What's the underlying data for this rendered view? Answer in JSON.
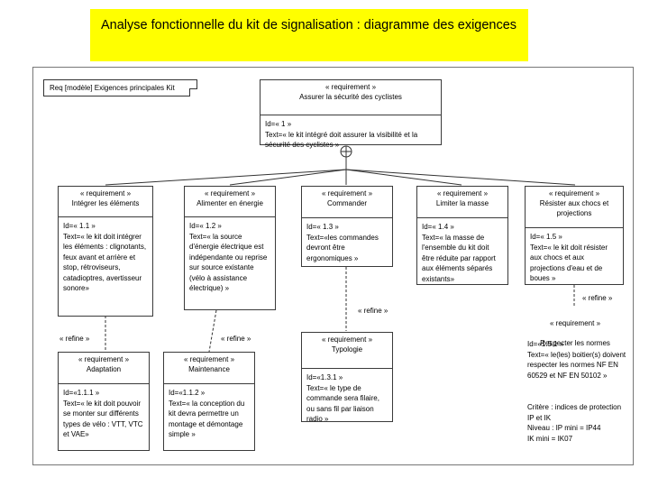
{
  "title": "Analyse fonctionnelle du kit de signalisation : diagramme des exigences",
  "frame_label": "Req [modèle] Exigences principales Kit",
  "root": {
    "stereotype": "« requirement »",
    "name": "Assurer la sécurité des cyclistes",
    "text": "Id=« 1 »\nText=« le kit intégré doit assurer la visibilité et la sécurité des cyclistes »"
  },
  "requirements": {
    "r11": {
      "stereotype": "« requirement »",
      "name": "Intégrer les éléments",
      "text": "Id=« 1.1 »\nText=« le kit doit intégrer les éléments : clignotants, feux avant et arrière et stop, rétroviseurs, catadioptres, avertisseur sonore»"
    },
    "r12": {
      "stereotype": "« requirement »",
      "name": "Alimenter en énergie",
      "text": "Id=« 1.2 »\nText=« la source d'énergie électrique est indépendante ou reprise sur source existante (vélo à assistance électrique) »"
    },
    "r13": {
      "stereotype": "« requirement »",
      "name": "Commander",
      "text": "Id=« 1.3 »\nText=«les commandes devront être ergonomiques »"
    },
    "r14": {
      "stereotype": "« requirement »",
      "name": "Limiter la masse",
      "text": "Id=« 1.4 »\nText=« la masse de l'ensemble du kit doit être réduite par rapport aux éléments séparés existants»"
    },
    "r15": {
      "stereotype": "« requirement »",
      "name": "Résister aux chocs et projections",
      "text": "Id=« 1.5 »\nText=« le kit doit résister aux chocs et aux projections d'eau et de boues »"
    },
    "r111": {
      "stereotype": "« requirement »",
      "name": "Adaptation",
      "text": "Id=«1.1.1 »\nText=« le kit doit pouvoir se monter sur différents types de vélo : VTT, VTC et VAE»"
    },
    "r112": {
      "stereotype": "« requirement »",
      "name": "Maintenance",
      "text": "Id=«1.1.2 »\nText=« la conception du kit devra permettre un montage et démontage simple »"
    },
    "r131": {
      "stereotype": "« requirement »",
      "name": "Typologie",
      "text": "Id=«1.3.1 »\nText=« le type de commande sera filaire, ou sans fil par liaison radio »"
    },
    "r151": {
      "stereotype": "« requirement »",
      "name": "Respecter les normes",
      "text": "Id=«1.5.1 »\nText=« le(les) boitier(s) doivent respecter les normes NF EN 60529 et NF EN 50102 »",
      "criteria": "Critère : indices de protection IP et IK\nNiveau : IP mini = IP44\n          IK mini = IK07"
    }
  },
  "refine_labels": {
    "r111": "« refine »",
    "r112": "« refine »",
    "r131": "« refine »",
    "r151": "« refine »"
  }
}
